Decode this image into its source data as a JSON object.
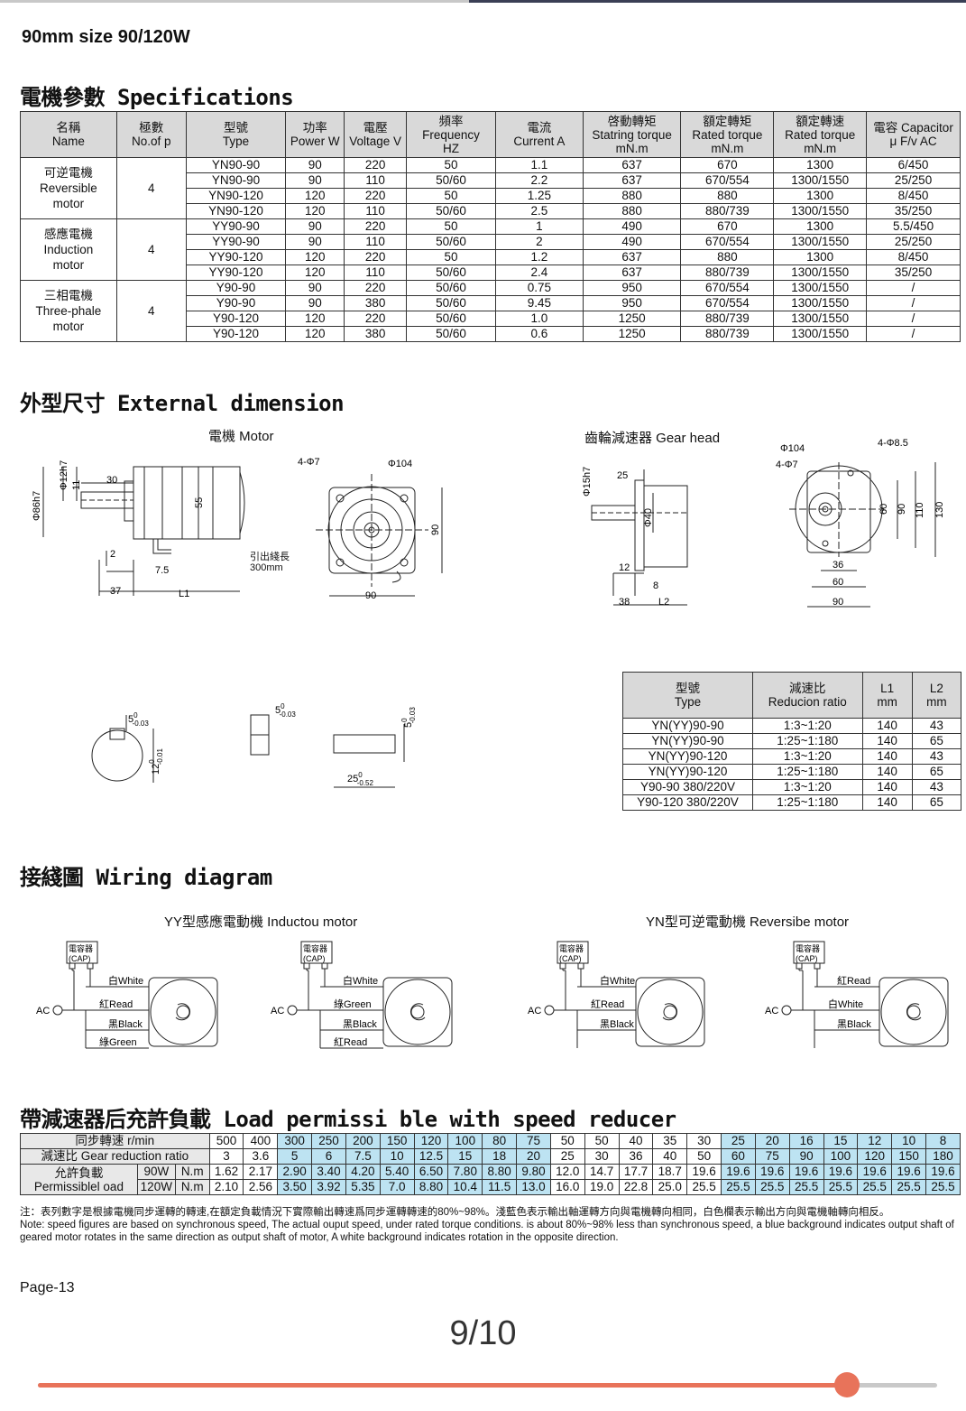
{
  "title": "90mm  size 90/120W",
  "sections": {
    "spec": {
      "cn": "電機參數",
      "en": "Specifications"
    },
    "dim": {
      "cn": "外型尺寸",
      "en": "External dimension"
    },
    "wiring": {
      "cn": "接綫圖",
      "en": "Wiring diagram"
    },
    "load": {
      "cn": "帶減速器后充許負載",
      "en": "Load permissi ble with speed reducer"
    }
  },
  "spec_table": {
    "headers": [
      [
        "名稱",
        "Name"
      ],
      [
        "極數",
        "No.of p"
      ],
      [
        "型號",
        "Type"
      ],
      [
        "功率",
        "Power W"
      ],
      [
        "電壓",
        "Voltage V"
      ],
      [
        "頻率",
        "Frequency",
        "HZ"
      ],
      [
        "電流",
        "Current A"
      ],
      [
        "啓動轉矩",
        "Statring torque",
        "mN.m"
      ],
      [
        "額定轉矩",
        "Rated torque",
        "mN.m"
      ],
      [
        "額定轉速",
        "Rated torque",
        "mN.m"
      ],
      [
        "電容 Capacitor",
        "μ F/v AC"
      ]
    ],
    "groups": [
      {
        "name": [
          "可逆電機",
          "Reversible",
          "motor"
        ],
        "poles": "4",
        "rows": [
          [
            "YN90-90",
            "90",
            "220",
            "50",
            "1.1",
            "637",
            "670",
            "1300",
            "6/450"
          ],
          [
            "YN90-90",
            "90",
            "110",
            "50/60",
            "2.2",
            "637",
            "670/554",
            "1300/1550",
            "25/250"
          ],
          [
            "YN90-120",
            "120",
            "220",
            "50",
            "1.25",
            "880",
            "880",
            "1300",
            "8/450"
          ],
          [
            "YN90-120",
            "120",
            "110",
            "50/60",
            "2.5",
            "880",
            "880/739",
            "1300/1550",
            "35/250"
          ]
        ]
      },
      {
        "name": [
          "感應電機",
          "Induction",
          "motor"
        ],
        "poles": "4",
        "rows": [
          [
            "YY90-90",
            "90",
            "220",
            "50",
            "1",
            "490",
            "670",
            "1300",
            "5.5/450"
          ],
          [
            "YY90-90",
            "90",
            "110",
            "50/60",
            "2",
            "490",
            "670/554",
            "1300/1550",
            "25/250"
          ],
          [
            "YY90-120",
            "120",
            "220",
            "50",
            "1.2",
            "637",
            "880",
            "1300",
            "8/450"
          ],
          [
            "YY90-120",
            "120",
            "110",
            "50/60",
            "2.4",
            "637",
            "880/739",
            "1300/1550",
            "35/250"
          ]
        ]
      },
      {
        "name": [
          "三相電機",
          "Three-phale",
          "motor"
        ],
        "poles": "4",
        "rows": [
          [
            "Y90-90",
            "90",
            "220",
            "50/60",
            "0.75",
            "950",
            "670/554",
            "1300/1550",
            "/"
          ],
          [
            "Y90-90",
            "90",
            "380",
            "50/60",
            "9.45",
            "950",
            "670/554",
            "1300/1550",
            "/"
          ],
          [
            "Y90-120",
            "120",
            "220",
            "50/60",
            "1.0",
            "1250",
            "880/739",
            "1300/1550",
            "/"
          ],
          [
            "Y90-120",
            "120",
            "380",
            "50/60",
            "0.6",
            "1250",
            "880/739",
            "1300/1550",
            "/"
          ]
        ]
      }
    ]
  },
  "dimension": {
    "motor_caption": "電機 Motor",
    "gear_caption": "齒輪減速器 Gear head",
    "motor_labels": {
      "d86": "Φ86h7",
      "d12": "Φ12h7",
      "n11": "11",
      "n30": "30",
      "n55": "55",
      "n2": "2",
      "n7_5": "7.5",
      "n37": "37",
      "L1": "L1",
      "holes": "4-Φ7",
      "d104": "Φ104",
      "n90a": "90",
      "n90b": "90",
      "lead1": "引出綫長",
      "lead2": "300mm"
    },
    "gear_labels": {
      "d15": "Φ15h7",
      "n25": "25",
      "d40": "Φ40",
      "n12": "12",
      "n8": "8",
      "n38": "38",
      "L2": "L2",
      "d104": "Φ104",
      "holes7": "4-Φ7",
      "holes85": "4-Φ8.5",
      "n36": "36",
      "n60a": "60",
      "n60b": "60",
      "n90a": "90",
      "n90b": "90",
      "n110": "110",
      "n130": "130"
    },
    "key_labels": {
      "k1": "5",
      "k1s": "0",
      "k1t": "-0.03",
      "k2": "12",
      "k2s": "0",
      "k2t": "-0.01",
      "k3": "5",
      "k3s": "0",
      "k3t": "-0.03",
      "k4": "5",
      "k4s": "0",
      "k4t": "-0.03",
      "k5": "25",
      "k5s": "0",
      "k5t": "-0.52"
    },
    "ratio_table": {
      "headers": [
        [
          "型號",
          "Type"
        ],
        [
          "減速比",
          "Reducion ratio"
        ],
        [
          "L1",
          "mm"
        ],
        [
          "L2",
          "mm"
        ]
      ],
      "rows": [
        [
          "YN(YY)90-90",
          "1:3~1:20",
          "140",
          "43"
        ],
        [
          "YN(YY)90-90",
          "1:25~1:180",
          "140",
          "65"
        ],
        [
          "YN(YY)90-120",
          "1:3~1:20",
          "140",
          "43"
        ],
        [
          "YN(YY)90-120",
          "1:25~1:180",
          "140",
          "65"
        ],
        [
          "Y90-90  380/220V",
          "1:3~1:20",
          "140",
          "43"
        ],
        [
          "Y90-120  380/220V",
          "1:25~1:180",
          "140",
          "65"
        ]
      ]
    }
  },
  "wiring": {
    "yy_caption": "YY型感應電動機 Inductou motor",
    "yn_caption": "YN型可逆電動機 Reversibe motor",
    "cap1": "電容器",
    "cap2": "(CAP)",
    "ac": "AC",
    "d1": [
      "白White",
      "紅Read",
      "黑Black",
      "綠Green"
    ],
    "d2": [
      "白White",
      "綠Green",
      "黑Black",
      "紅Read"
    ],
    "d3": [
      "白White",
      "紅Read",
      "黑Black"
    ],
    "d4": [
      "紅Read",
      "白White",
      "黑Black"
    ]
  },
  "load_table": {
    "row1_label": "同步轉速 r/min",
    "row1": [
      "500",
      "400",
      "300",
      "250",
      "200",
      "150",
      "120",
      "100",
      "80",
      "75",
      "50",
      "50",
      "40",
      "35",
      "30",
      "25",
      "20",
      "16",
      "15",
      "12",
      "10",
      "8"
    ],
    "row2_label": "減速比 Gear reduction ratio",
    "row2": [
      "3",
      "3.6",
      "5",
      "6",
      "7.5",
      "10",
      "12.5",
      "15",
      "18",
      "20",
      "25",
      "30",
      "36",
      "40",
      "50",
      "60",
      "75",
      "90",
      "100",
      "120",
      "150",
      "180"
    ],
    "row3_label1": "允許負載",
    "row3_label2": "Permissiblel oad",
    "p90": "90W",
    "p120": "120W",
    "unit": "N.m",
    "row3": [
      "1.62",
      "2.17",
      "2.90",
      "3.40",
      "4.20",
      "5.40",
      "6.50",
      "7.80",
      "8.80",
      "9.80",
      "12.0",
      "14.7",
      "17.7",
      "18.7",
      "19.6",
      "19.6",
      "19.6",
      "19.6",
      "19.6",
      "19.6",
      "19.6",
      "19.6"
    ],
    "row4": [
      "2.10",
      "2.56",
      "3.50",
      "3.92",
      "5.35",
      "7.0",
      "8.80",
      "10.4",
      "11.5",
      "13.0",
      "16.0",
      "19.0",
      "22.8",
      "25.0",
      "25.5",
      "25.5",
      "25.5",
      "25.5",
      "25.5",
      "25.5",
      "25.5",
      "25.5"
    ],
    "blue_cols": [
      2,
      3,
      4,
      5,
      6,
      7,
      8,
      9,
      15,
      16,
      17,
      18,
      19,
      20,
      21
    ],
    "blue_color": "#bde3f2"
  },
  "note_cn": "注：表列數字是根據電機同步運轉的轉速,在額定負載情況下實際輸出轉速爲同步運轉轉速的80%~98%。淺藍色表示輸出軸運轉方向與電機轉向相同，白色欄表示輸出方向與電機軸轉向相反。",
  "note_en": "Note: speed figures are based on synchronous speed, The actual ouput speed, under rated torque conditions. is about 80%~98% less than synchronous speed, a blue background indicates output shaft of geared motor rotates in the same direction as output shaft of motor, A white background indicates rotation in the opposite direction.",
  "page_label": "Page-13",
  "pager": {
    "text": "9/10",
    "progress": 0.9,
    "accent": "#e8735a"
  }
}
